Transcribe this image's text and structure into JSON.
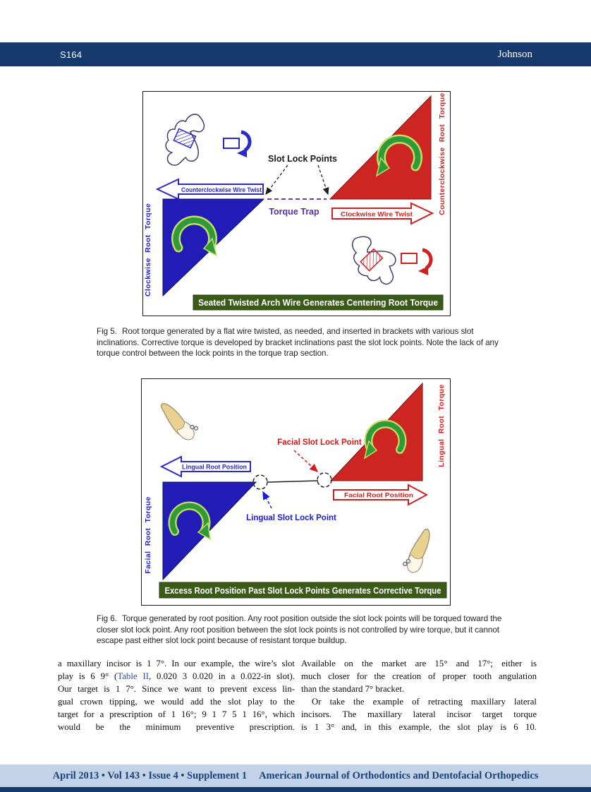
{
  "header": {
    "page_number": "S164",
    "author": "Johnson"
  },
  "fig5": {
    "labels": {
      "slot_lock_points": "Slot Lock Points",
      "torque_trap": "Torque Trap",
      "ccw_wire_twist": "Counterclockwise Wire Twist",
      "cw_wire_twist": "Clockwise Wire Twist",
      "left_axis": "Clockwise Root Torque",
      "right_axis": "Counterclockwise Root Torque",
      "banner": "Seated Twisted Arch Wire Generates Centering Root Torque"
    },
    "caption_label": "Fig 5.",
    "caption": "Root torque generated by a flat wire twisted, as needed, and inserted in brackets with various slot inclinations. Corrective torque is developed by bracket inclinations past the slot lock points. Note the lack of any torque control between the lock points in the torque trap section."
  },
  "fig6": {
    "labels": {
      "facial_slot_lock_point": "Facial Slot Lock Point",
      "lingual_slot_lock_point": "Lingual Slot Lock Point",
      "lingual_root_position": "Lingual Root Position",
      "facial_root_position": "Facial Root Position",
      "left_axis": "Facial Root Torque",
      "right_axis": "Lingual Root Torque",
      "banner": "Excess Root Position Past Slot Lock Points Generates Corrective Torque"
    },
    "caption_label": "Fig 6.",
    "caption": "Torque generated by root position. Any root position outside the slot lock points will be torqued toward the closer slot lock point. Any root position between the slot lock points is not controlled by wire torque, but it cannot escape past either slot lock point because of resistant torque buildup."
  },
  "body": {
    "left": {
      "line1": "a maxillary incisor is 1 7°. In our example, the wire’s slot",
      "line2_pre": "play is 6 9° (",
      "line2_link": "Table II",
      "line2_post": ", 0.020 3 0.020 in a 0.022-in slot).",
      "line3": "Our target is 1 7°. Since we want to prevent excess lin-",
      "line4": "gual crown tipping, we would add the slot play to the",
      "line5": "target for a prescription of 1 16°; 9 1 7 5 1 16°, which",
      "line6": "would be the minimum preventive prescription."
    },
    "right": {
      "line1": "Available on the market are 15° and 17°; either is",
      "line2": "much closer for the creation of proper tooth angulation",
      "line3": "than the standard 7° bracket.",
      "line4": "Or take the example of retracting maxillary lateral",
      "line5": "incisors. The maxillary lateral incisor target torque",
      "line6": "is 1 3° and, in this example, the slot play is 6 10."
    }
  },
  "footer": {
    "issue_info": "April 2013 • Vol 143 • Issue 4 • Supplement 1",
    "journal": "American Journal of Orthodontics and Dentofacial Orthopedics"
  }
}
